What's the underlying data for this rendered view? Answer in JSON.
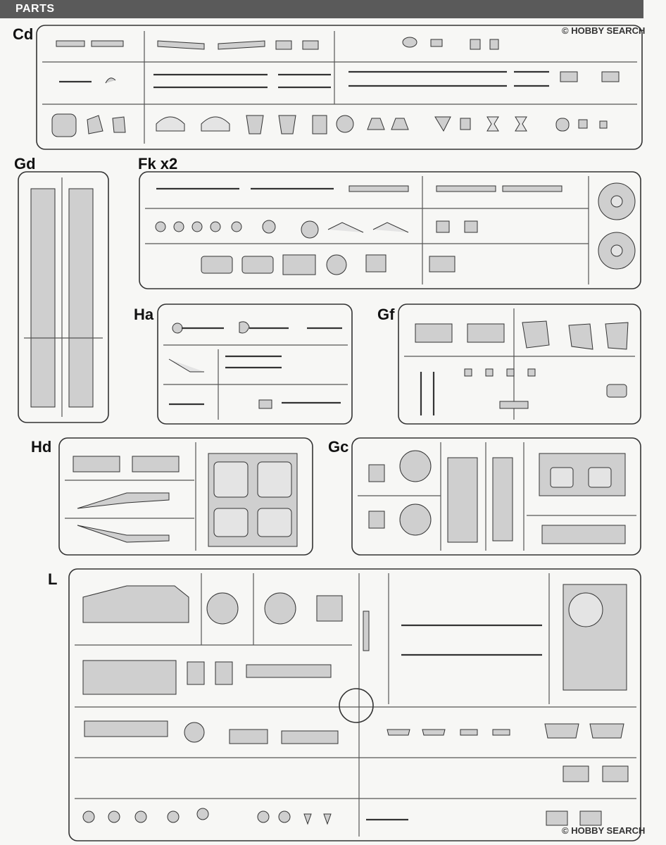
{
  "header": {
    "title": "PARTS"
  },
  "sprues": [
    {
      "key": "Cd",
      "label": "Cd"
    },
    {
      "key": "Gd",
      "label": "Gd"
    },
    {
      "key": "Fk",
      "label": "Fk x2"
    },
    {
      "key": "Ha",
      "label": "Ha"
    },
    {
      "key": "Gf",
      "label": "Gf"
    },
    {
      "key": "Hd",
      "label": "Hd"
    },
    {
      "key": "Gc",
      "label": "Gc"
    },
    {
      "key": "L",
      "label": "L"
    }
  ],
  "watermark": {
    "brand": "HOBBY SEARCH",
    "symbol": "©"
  },
  "colors": {
    "header_bg": "#5a5a5a",
    "part_fill": "#cfcfcf",
    "line": "#444444"
  }
}
